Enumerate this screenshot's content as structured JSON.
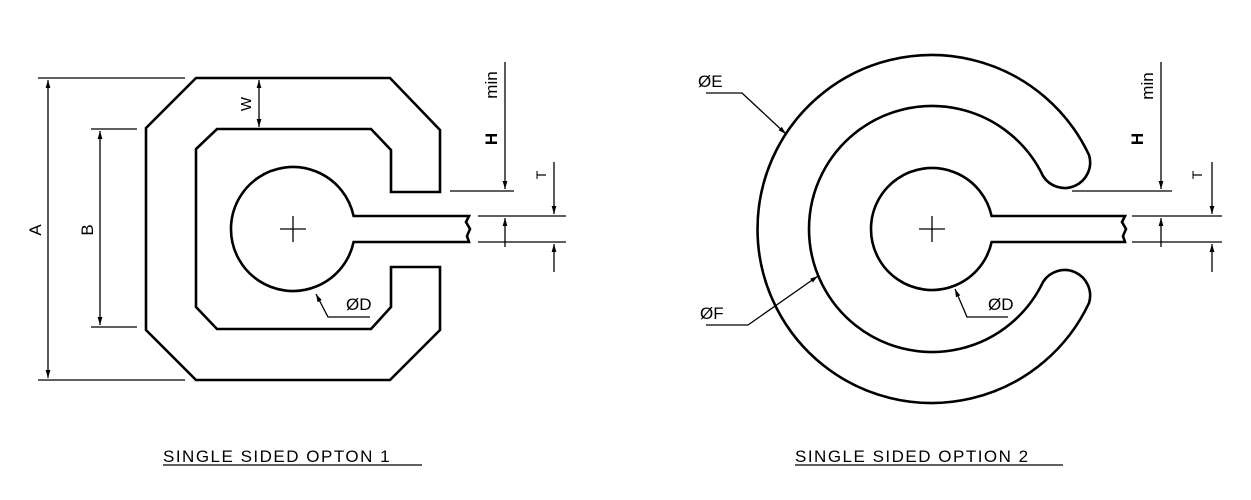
{
  "option1": {
    "caption": "SINGLE SIDED OPTON 1",
    "dims": {
      "a": "A",
      "b": "B",
      "w": "W",
      "h": "H",
      "min": "min",
      "t": "T",
      "d": "ØD"
    }
  },
  "option2": {
    "caption": "SINGLE SIDED OPTION 2",
    "dims": {
      "e": "ØE",
      "f": "ØF",
      "h": "H",
      "min": "min",
      "t": "T",
      "d": "ØD"
    }
  }
}
